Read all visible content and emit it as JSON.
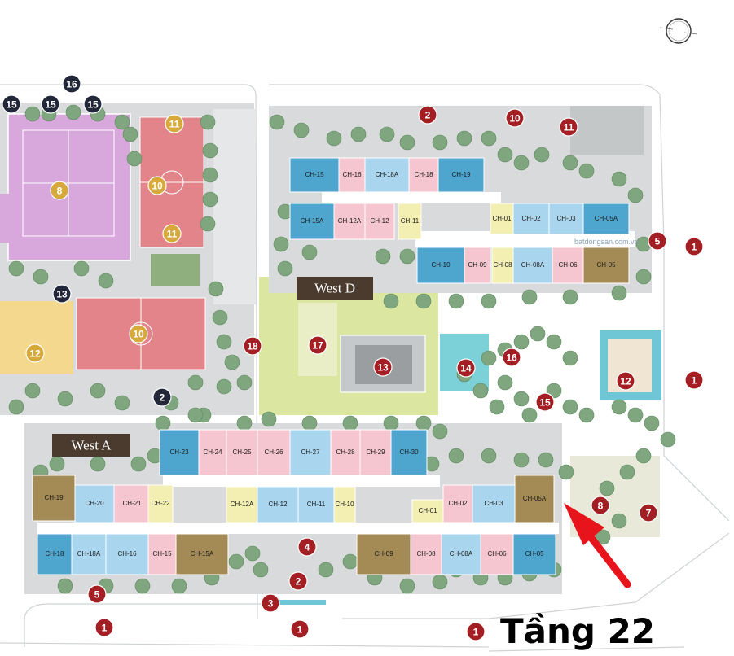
{
  "map": {
    "colors": {
      "blue_unit": "#a9d6ee",
      "darkblue_unit": "#4ea6cf",
      "pink_unit": "#f5c6cf",
      "yellow_unit": "#f3efb3",
      "brown_unit": "#a48a55",
      "marker_red": "#a31f24",
      "marker_navy": "#22283a",
      "marker_gold": "#d6a93a",
      "court_purple": "#d8a7dc",
      "court_red": "#e3848a",
      "lawn": "#dbe6a1",
      "path": "#d2d5d6",
      "tree": "#7fa67e"
    },
    "blocks": [
      {
        "name": "West D"
      },
      {
        "name": "West A"
      }
    ],
    "floor_label": "Tầng 22",
    "watermark": "batdongsan.com.vn",
    "units_west_d": [
      {
        "label": "CH-15",
        "color": "darkblue"
      },
      {
        "label": "CH-16",
        "color": "pink"
      },
      {
        "label": "CH-18A",
        "color": "blue"
      },
      {
        "label": "CH-18",
        "color": "pink"
      },
      {
        "label": "CH-19",
        "color": "darkblue"
      },
      {
        "label": "CH-15A",
        "color": "darkblue"
      },
      {
        "label": "CH-12A",
        "color": "pink"
      },
      {
        "label": "CH-12",
        "color": "pink"
      },
      {
        "label": "CH-11",
        "color": "yellow"
      },
      {
        "label": "CH-01",
        "color": "yellow"
      },
      {
        "label": "CH-02",
        "color": "blue"
      },
      {
        "label": "CH-03",
        "color": "blue"
      },
      {
        "label": "CH-05A",
        "color": "darkblue"
      },
      {
        "label": "CH-10",
        "color": "darkblue"
      },
      {
        "label": "CH-09",
        "color": "pink"
      },
      {
        "label": "CH-08",
        "color": "yellow"
      },
      {
        "label": "CH-08A",
        "color": "blue"
      },
      {
        "label": "CH-06",
        "color": "pink"
      },
      {
        "label": "CH-05",
        "color": "brown"
      }
    ],
    "units_west_a": [
      {
        "label": "CH-23",
        "color": "darkblue"
      },
      {
        "label": "CH-24",
        "color": "pink"
      },
      {
        "label": "CH-25",
        "color": "pink"
      },
      {
        "label": "CH-26",
        "color": "pink"
      },
      {
        "label": "CH-27",
        "color": "blue"
      },
      {
        "label": "CH-28",
        "color": "pink"
      },
      {
        "label": "CH-29",
        "color": "pink"
      },
      {
        "label": "CH-30",
        "color": "darkblue"
      },
      {
        "label": "CH-19",
        "color": "brown"
      },
      {
        "label": "CH-20",
        "color": "blue"
      },
      {
        "label": "CH-21",
        "color": "pink"
      },
      {
        "label": "CH-22",
        "color": "yellow"
      },
      {
        "label": "CH-12A",
        "color": "yellow"
      },
      {
        "label": "CH-12",
        "color": "blue"
      },
      {
        "label": "CH-11",
        "color": "blue"
      },
      {
        "label": "CH-10",
        "color": "yellow"
      },
      {
        "label": "CH-01",
        "color": "yellow"
      },
      {
        "label": "CH-02",
        "color": "pink"
      },
      {
        "label": "CH-03",
        "color": "blue"
      },
      {
        "label": "CH-05A",
        "color": "brown"
      },
      {
        "label": "CH-18",
        "color": "darkblue"
      },
      {
        "label": "CH-18A",
        "color": "blue"
      },
      {
        "label": "CH-16",
        "color": "blue"
      },
      {
        "label": "CH-15",
        "color": "pink"
      },
      {
        "label": "CH-15A",
        "color": "brown"
      },
      {
        "label": "CH-09",
        "color": "brown"
      },
      {
        "label": "CH-08",
        "color": "pink"
      },
      {
        "label": "CH-08A",
        "color": "blue"
      },
      {
        "label": "CH-06",
        "color": "pink"
      },
      {
        "label": "CH-05",
        "color": "darkblue"
      }
    ],
    "markers": [
      {
        "label": "16",
        "style": "navy"
      },
      {
        "label": "15",
        "style": "navy"
      },
      {
        "label": "15",
        "style": "navy"
      },
      {
        "label": "15",
        "style": "navy"
      },
      {
        "label": "8",
        "style": "gold"
      },
      {
        "label": "11",
        "style": "gold"
      },
      {
        "label": "10",
        "style": "gold"
      },
      {
        "label": "11",
        "style": "gold"
      },
      {
        "label": "13",
        "style": "navy"
      },
      {
        "label": "12",
        "style": "gold"
      },
      {
        "label": "10",
        "style": "gold"
      },
      {
        "label": "18",
        "style": "red"
      },
      {
        "label": "2",
        "style": "navy"
      },
      {
        "label": "17",
        "style": "red"
      },
      {
        "label": "13",
        "style": "red"
      },
      {
        "label": "14",
        "style": "red"
      },
      {
        "label": "16",
        "style": "red"
      },
      {
        "label": "15",
        "style": "red"
      },
      {
        "label": "12",
        "style": "red"
      },
      {
        "label": "2",
        "style": "red"
      },
      {
        "label": "10",
        "style": "red"
      },
      {
        "label": "11",
        "style": "red"
      },
      {
        "label": "5",
        "style": "red"
      },
      {
        "label": "1",
        "style": "red"
      },
      {
        "label": "1",
        "style": "red"
      },
      {
        "label": "8",
        "style": "red"
      },
      {
        "label": "7",
        "style": "red"
      },
      {
        "label": "4",
        "style": "red"
      },
      {
        "label": "2",
        "style": "red"
      },
      {
        "label": "3",
        "style": "red"
      },
      {
        "label": "1",
        "style": "red"
      },
      {
        "label": "1",
        "style": "red"
      },
      {
        "label": "5",
        "style": "red"
      },
      {
        "label": "1",
        "style": "red"
      }
    ]
  }
}
